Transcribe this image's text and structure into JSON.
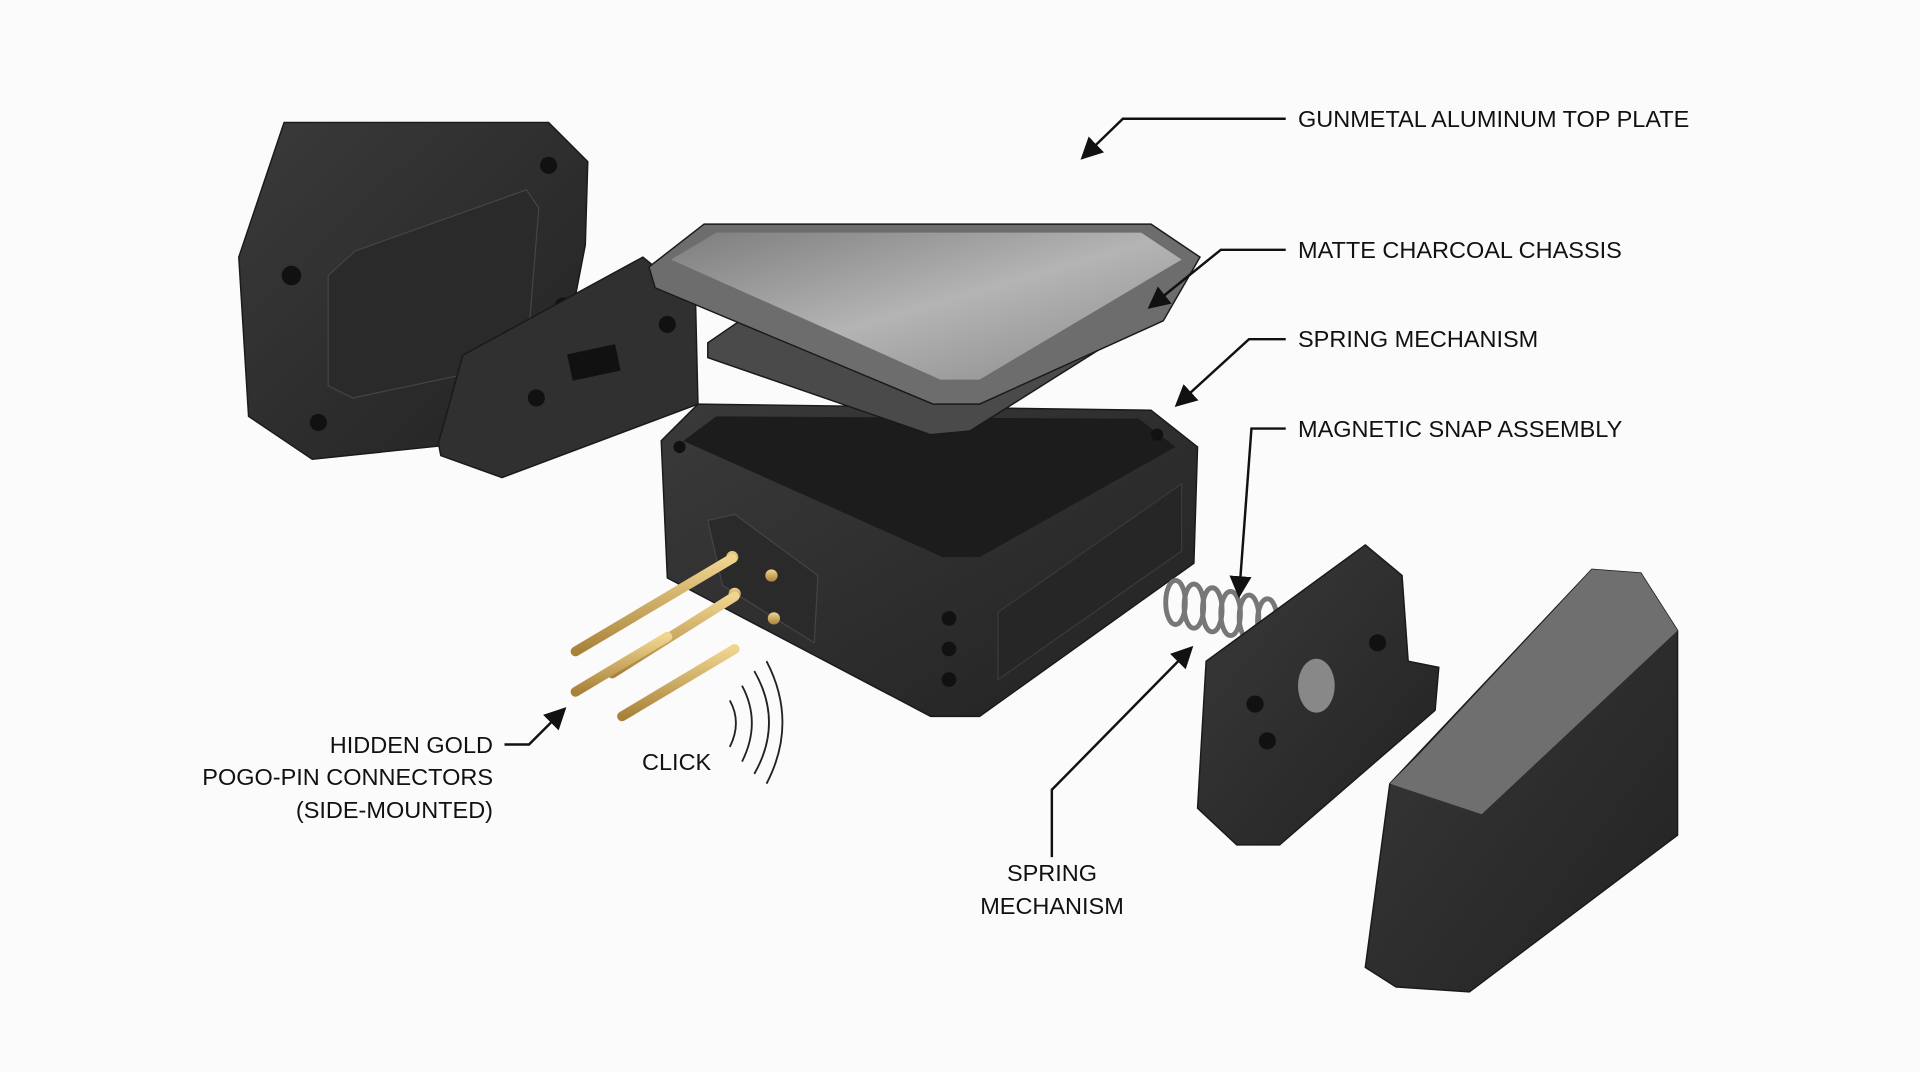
{
  "labels": {
    "top_plate": "GUNMETAL ALUMINUM TOP PLATE",
    "chassis": "MATTE CHARCOAL CHASSIS",
    "spring_upper": "SPRING MECHANISM",
    "magnetic_snap": "MAGNETIC SNAP ASSEMBLY",
    "pogo_line1": "HIDDEN GOLD",
    "pogo_line2": "POGO-PIN CONNECTORS",
    "pogo_line3": "(SIDE-MOUNTED)",
    "click": "CLICK",
    "spring_lower_line1": "SPRING",
    "spring_lower_line2": "MECHANISM"
  },
  "colors": {
    "charcoal": "#2e2e2e",
    "gunmetal": "#9a9a9a",
    "gold": "#c9a45a",
    "background": "#fbfbfb"
  }
}
